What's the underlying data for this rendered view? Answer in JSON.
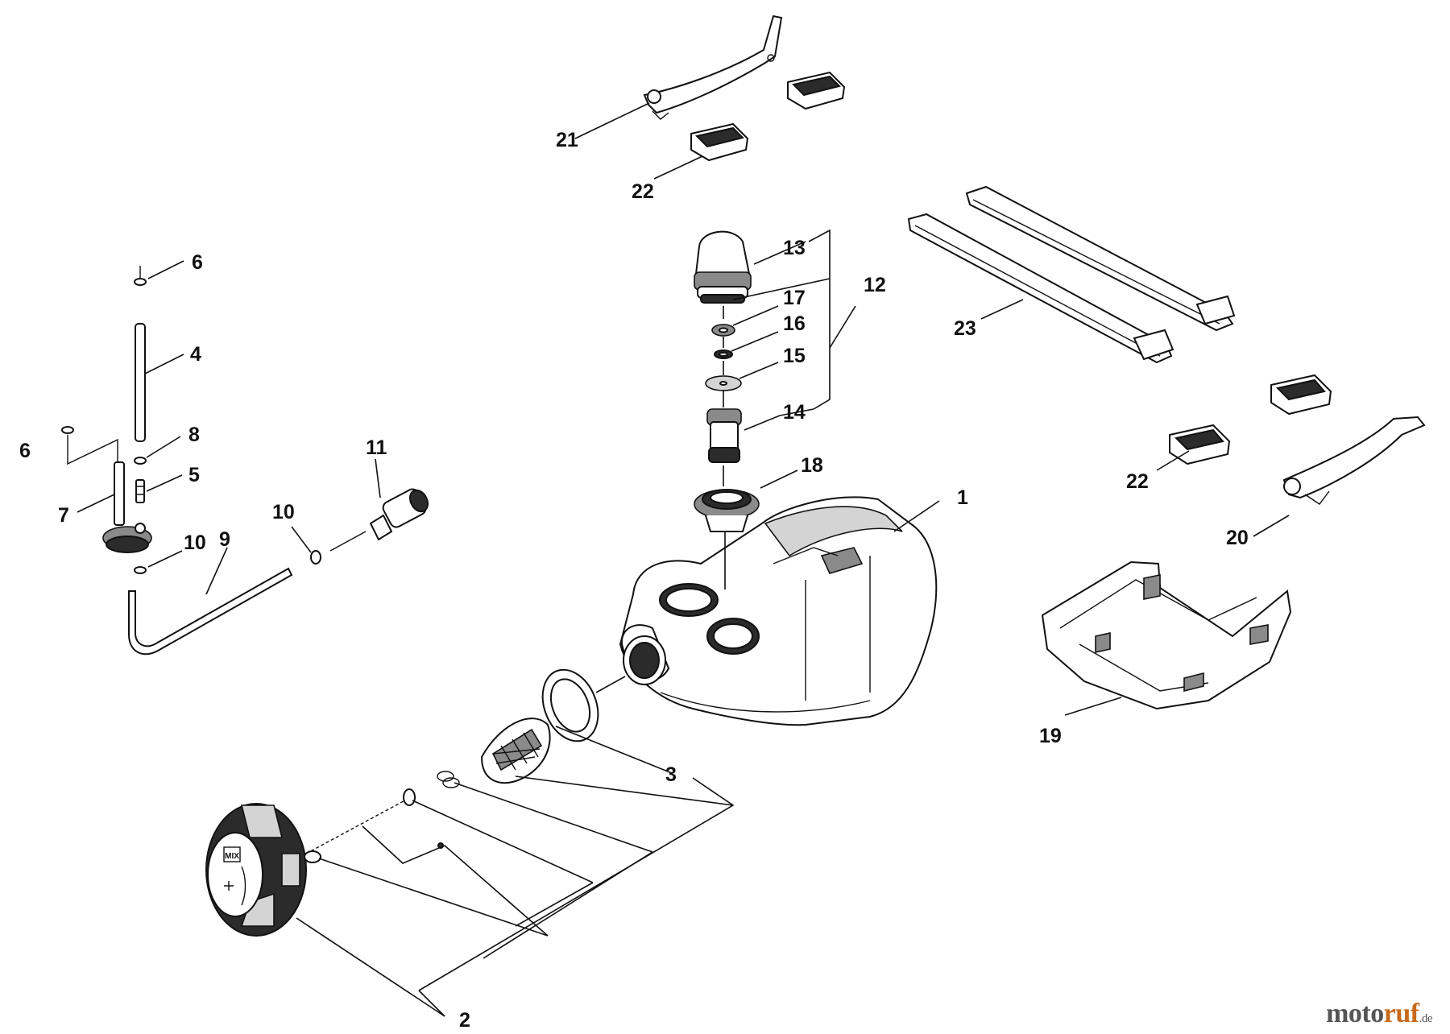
{
  "diagram": {
    "callouts": {
      "c1": "1",
      "c2": "2",
      "c3": "3",
      "c4": "4",
      "c5": "5",
      "c6a": "6",
      "c6b": "6",
      "c7": "7",
      "c8": "8",
      "c9": "9",
      "c10a": "10",
      "c10b": "10",
      "c11": "11",
      "c12": "12",
      "c13": "13",
      "c14": "14",
      "c15": "15",
      "c16": "16",
      "c17": "17",
      "c18": "18",
      "c19": "19",
      "c20": "20",
      "c21": "21",
      "c22a": "22",
      "c22b": "22",
      "c23": "23"
    },
    "cap_label": "MIX"
  },
  "watermark": {
    "name_start": "moto",
    "name_accent": "ruf",
    "suffix": ".de"
  },
  "colors": {
    "line": "#111111",
    "watermark_text": "#555555",
    "watermark_accent": "#c8691c"
  }
}
